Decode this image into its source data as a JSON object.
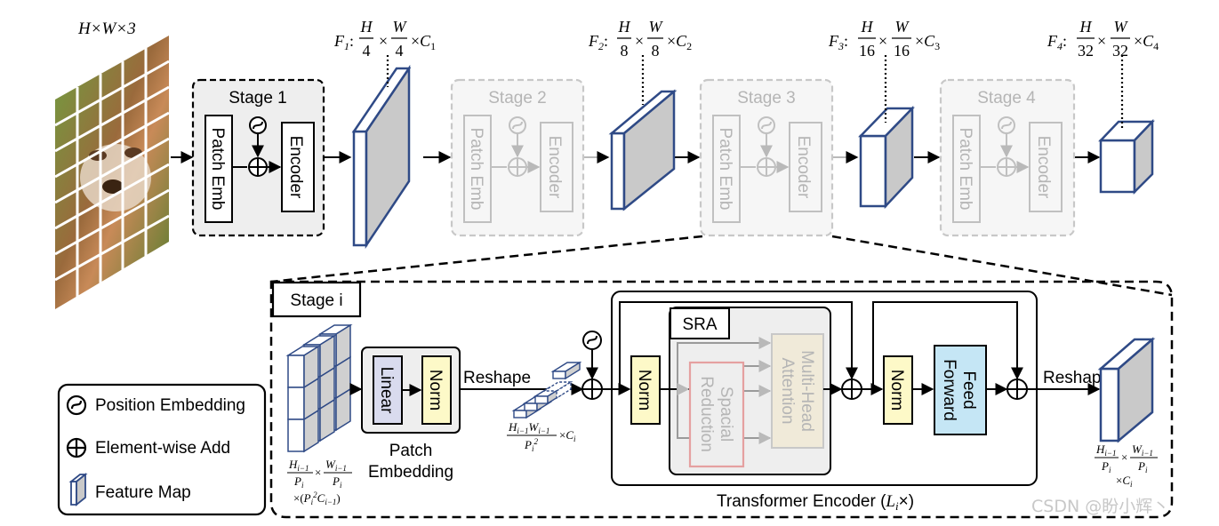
{
  "input": {
    "size_label": "H×W×3"
  },
  "stages": [
    {
      "title": "Stage 1",
      "patch_emb": "Patch Emb",
      "encoder": "Encoder",
      "active": true
    },
    {
      "title": "Stage 2",
      "patch_emb": "Patch Emb",
      "encoder": "Encoder",
      "active": false
    },
    {
      "title": "Stage 3",
      "patch_emb": "Patch Emb",
      "encoder": "Encoder",
      "active": false
    },
    {
      "title": "Stage 4",
      "patch_emb": "Patch Emb",
      "encoder": "Encoder",
      "active": false
    }
  ],
  "features": [
    {
      "name": "F",
      "sub": "1",
      "den": "4",
      "c": "C",
      "csub": "1"
    },
    {
      "name": "F",
      "sub": "2",
      "den": "8",
      "c": "C",
      "csub": "2"
    },
    {
      "name": "F",
      "sub": "3",
      "den": "16",
      "c": "C",
      "csub": "3"
    },
    {
      "name": "F",
      "sub": "4",
      "den": "32",
      "c": "C",
      "csub": "4"
    }
  ],
  "detail": {
    "title": "Stage i",
    "patch_embedding": {
      "linear": "Linear",
      "norm": "Norm",
      "caption_line1": "Patch",
      "caption_line2": "Embedding"
    },
    "reshape_1": "Reshape",
    "reshape_2": "Reshape",
    "sra": {
      "title": "SRA",
      "spacial_line1": "Spacial",
      "spacial_line2": "Reduction",
      "mha_line1": "Multi-Head",
      "mha_line2": "Attention"
    },
    "norm_1": "Norm",
    "norm_2": "Norm",
    "ff_line1": "Feed",
    "ff_line2": "Forward",
    "encoder_caption": "Transformer Encoder (",
    "encoder_caption_var": "L",
    "encoder_caption_sub": "i",
    "encoder_caption_end": "×)"
  },
  "legend": {
    "position_embedding": "Position Embedding",
    "element_wise_add": "Element-wise Add",
    "feature_map": "Feature Map"
  },
  "watermark": "CSDN @盼小辉丶",
  "colors": {
    "feature_map_blue": "#2f4a86",
    "feature_map_face": "#c9c9c9",
    "linear_fill": "#d9dbee",
    "norm_fill": "#fdf9c8",
    "spacial_border": "#e5a0a0",
    "mha_fill": "#f0ead9",
    "ff_fill": "#c5e6f5",
    "panel_fill": "#eeeeee",
    "grey_line": "#c0c0c0"
  }
}
